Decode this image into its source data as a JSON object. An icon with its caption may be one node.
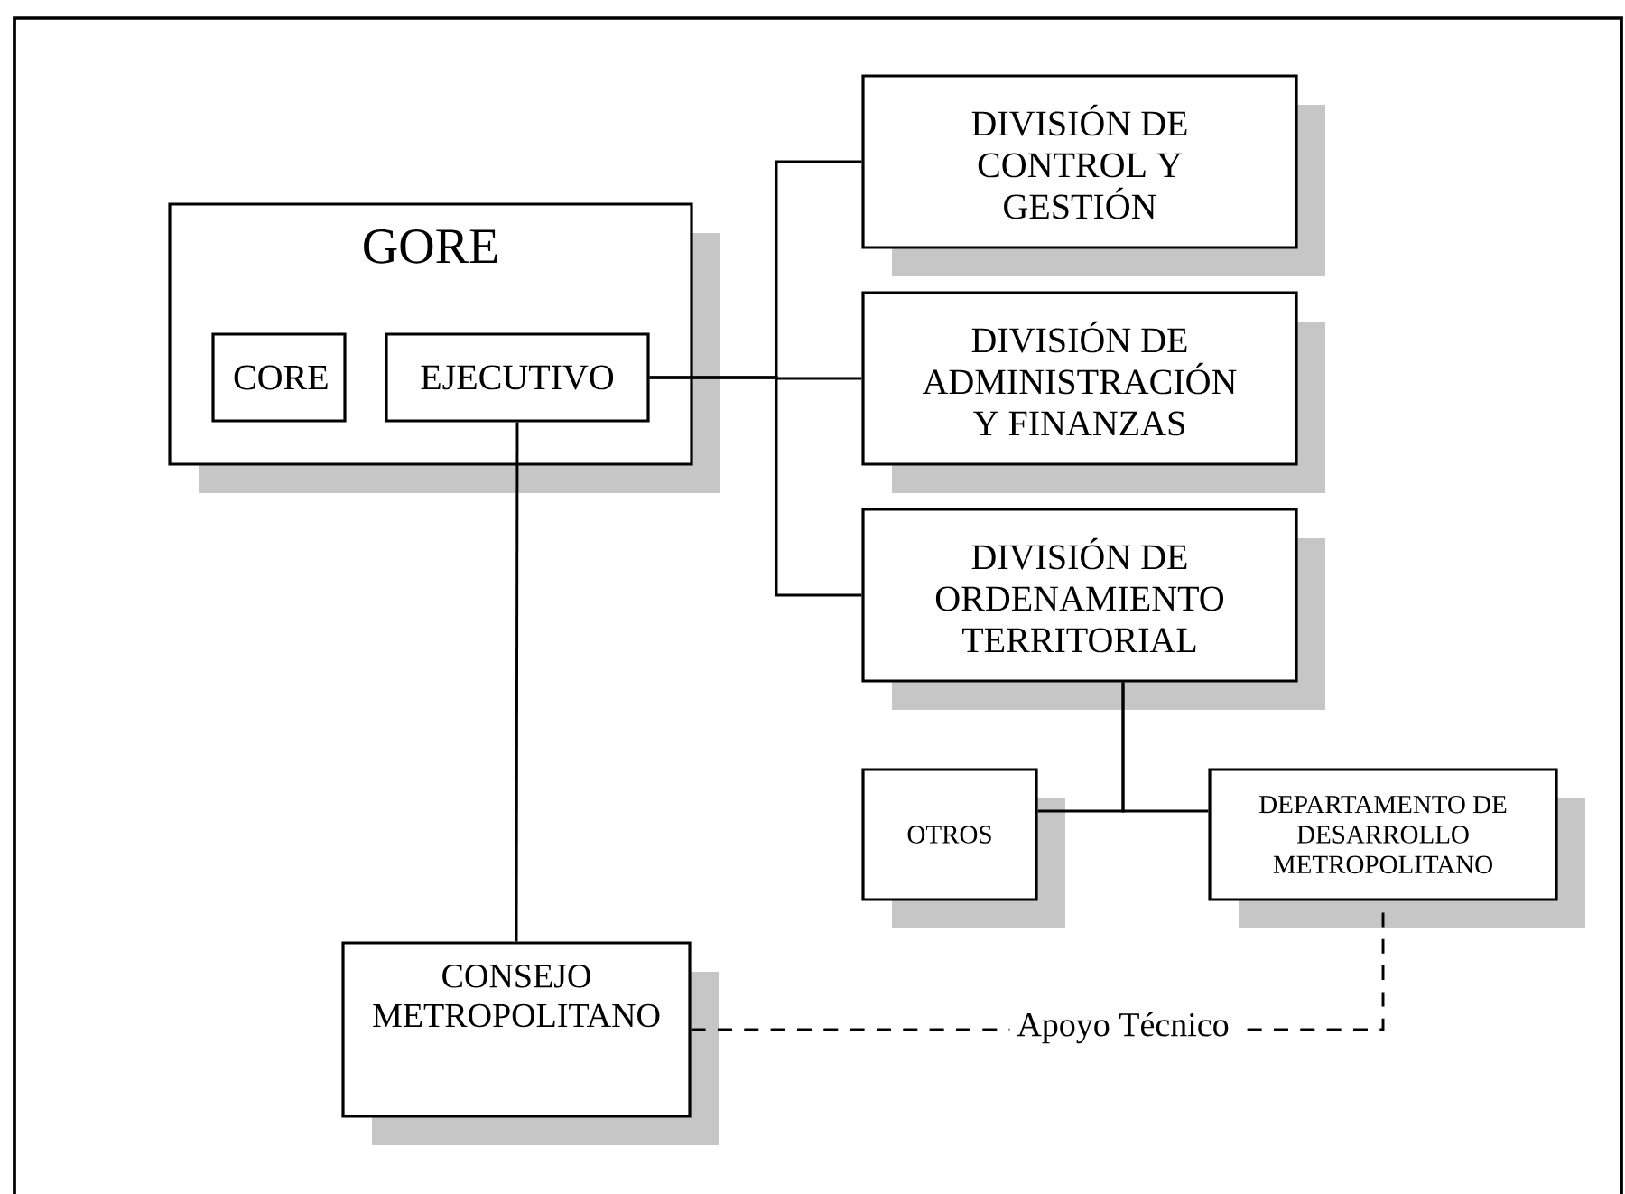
{
  "diagram": {
    "nodes": [
      {
        "text": [
          "GORE"
        ]
      },
      {
        "text": [
          "CORE"
        ],
        "in": 0
      },
      {
        "text": [
          "EJECUTIVO"
        ],
        "in": 0
      },
      {
        "text": [
          "DIVISIÓN DE CONTROL Y GESTIÓN"
        ]
      },
      {
        "text": [
          "DIVISIÓN DE ADMINISTRACIÓN Y FINANZAS"
        ]
      },
      {
        "text": [
          "DIVISIÓN DE ORDENAMIENTO TERRITORIAL"
        ]
      },
      {
        "text": [
          "OTROS"
        ]
      },
      {
        "text": [
          "DEPARTAMENTO DE DESARROLLO METROPOLITANO"
        ]
      },
      {
        "text": [
          "CONSEJO METROPOLITANO"
        ]
      }
    ],
    "edges": [
      {
        "from": 2,
        "to": 3,
        "arrow": "none"
      },
      {
        "from": 2,
        "to": 4,
        "arrow": "none"
      },
      {
        "from": 2,
        "to": 5,
        "arrow": "none"
      },
      {
        "from": 2,
        "to": 8,
        "arrow": "none"
      },
      {
        "from": 5,
        "to": 6,
        "arrow": "none"
      },
      {
        "from": 5,
        "to": 7,
        "arrow": "none"
      },
      {
        "from": 8,
        "to": 7,
        "arrow": "none",
        "style": "dashed",
        "label": "Apoyo Técnico"
      }
    ]
  }
}
